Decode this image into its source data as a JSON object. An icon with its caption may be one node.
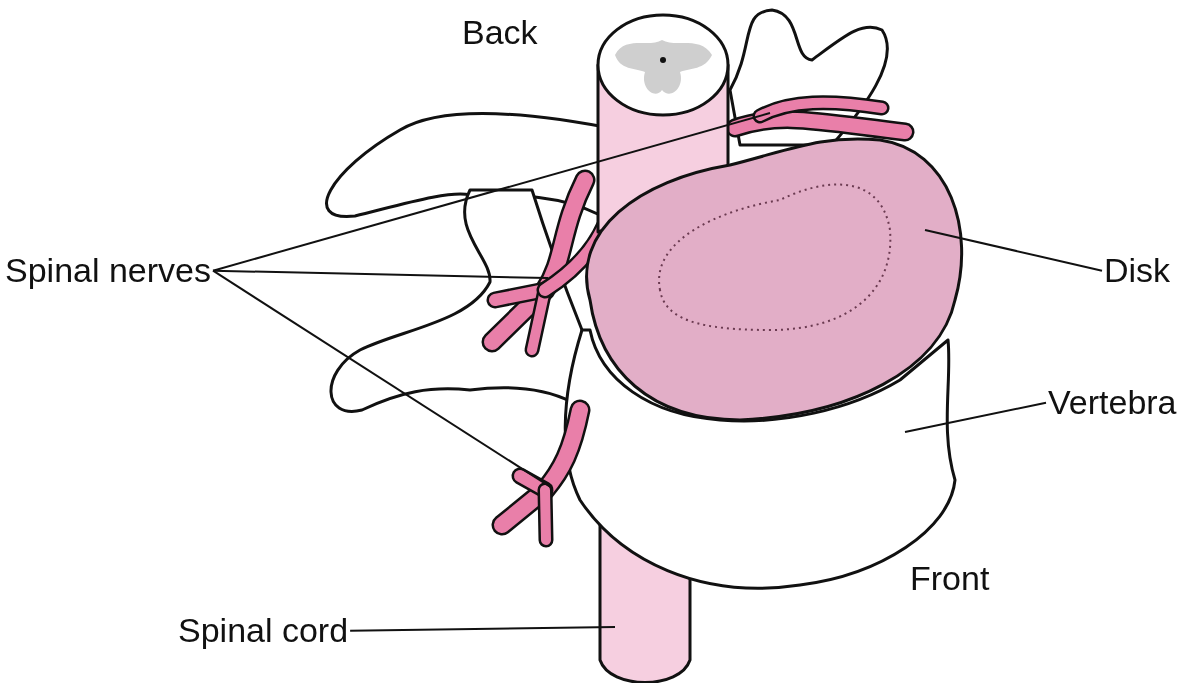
{
  "diagram": {
    "nodes": [
      {
        "text": [
          "Spinal nerves"
        ]
      },
      {
        "text": [
          "Disk"
        ]
      },
      {
        "text": [
          "Vertebra"
        ]
      },
      {
        "text": [
          "Spinal cord"
        ]
      }
    ],
    "edges": [
      {
        "from": 0,
        "to": null,
        "arrow": "none"
      },
      {
        "from": 0,
        "to": null,
        "arrow": "none"
      },
      {
        "from": 0,
        "to": null,
        "arrow": "none"
      },
      {
        "from": 1,
        "to": null,
        "arrow": "none"
      },
      {
        "from": 2,
        "to": null,
        "arrow": "none"
      },
      {
        "from": 3,
        "to": null,
        "arrow": "none"
      }
    ],
    "labels": [
      "Back",
      "Front"
    ]
  }
}
